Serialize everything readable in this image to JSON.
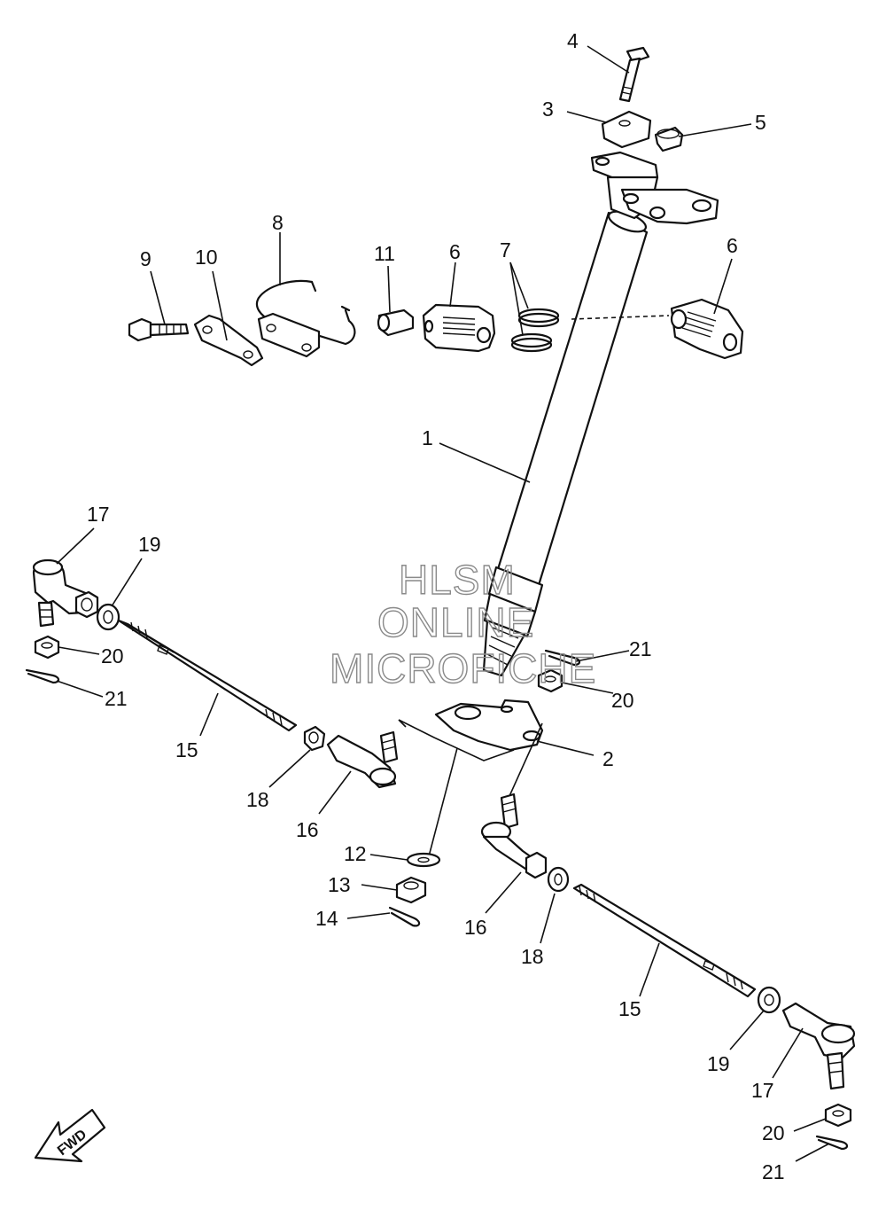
{
  "watermark": {
    "line1": "HLSM",
    "line2": "ONLINE",
    "line3": "MICROFICHE"
  },
  "fwd_label": "FWD",
  "callouts": {
    "c1": "1",
    "c2": "2",
    "c3": "3",
    "c4": "4",
    "c5": "5",
    "c6a": "6",
    "c6b": "6",
    "c7": "7",
    "c8": "8",
    "c9": "9",
    "c10": "10",
    "c11": "11",
    "c12": "12",
    "c13": "13",
    "c14": "14",
    "c15a": "15",
    "c15b": "15",
    "c16a": "16",
    "c16b": "16",
    "c17a": "17",
    "c17b": "17",
    "c18a": "18",
    "c18b": "18",
    "c19a": "19",
    "c19b": "19",
    "c20a": "20",
    "c20b": "20",
    "c20c": "20",
    "c21a": "21",
    "c21b": "21",
    "c21c": "21"
  }
}
